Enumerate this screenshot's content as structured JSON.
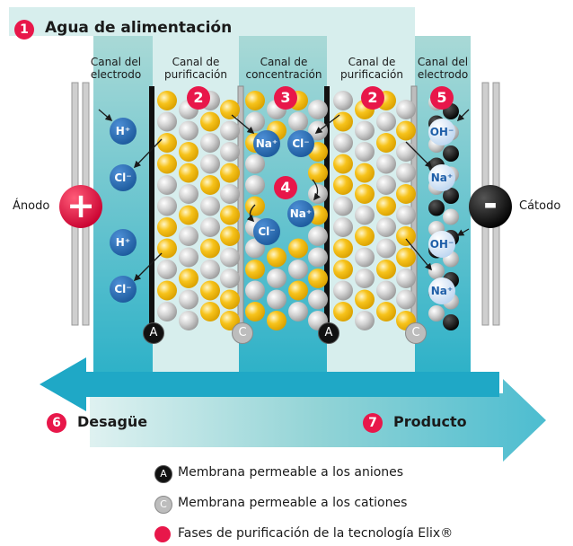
{
  "title": "Agua de alimentación",
  "channels": [
    {
      "key": "electrode-left",
      "label": "Canal del electrodo"
    },
    {
      "key": "purification-left",
      "label": "Canal de purificación"
    },
    {
      "key": "concentration",
      "label": "Canal de concentración"
    },
    {
      "key": "purification-right",
      "label": "Canal de purificación"
    },
    {
      "key": "electrode-right",
      "label": "Canal del electrodo"
    }
  ],
  "anode_label": "Ánodo",
  "cathode_label": "Cátodo",
  "anode_sign": "+",
  "cathode_sign": "-",
  "steps": [
    "1",
    "2",
    "3",
    "4",
    "5",
    "6",
    "7"
  ],
  "ions": {
    "h": "H⁺",
    "cl": "Cl⁻",
    "na": "Na⁺",
    "oh": "OH⁻"
  },
  "membrane_marks": {
    "anion": "A",
    "cation": "C"
  },
  "drain_label": "Desagüe",
  "product_label": "Producto",
  "legend": [
    {
      "mark": "A",
      "text": "Membrana permeable a los aniones"
    },
    {
      "mark": "C",
      "text": "Membrana permeable a los cationes"
    },
    {
      "mark": "",
      "text": "Fases de purificación de la tecnología Elix®"
    }
  ],
  "colors": {
    "teal": "#2db1c8",
    "teal_light": "#a9d9d6",
    "red": "#e8174a",
    "ion_blue": "#1f5fa8",
    "ion_pale": "#cfe3f5",
    "resin_yellow": "#f7c31b",
    "resin_grey": "#cfcfcf"
  }
}
